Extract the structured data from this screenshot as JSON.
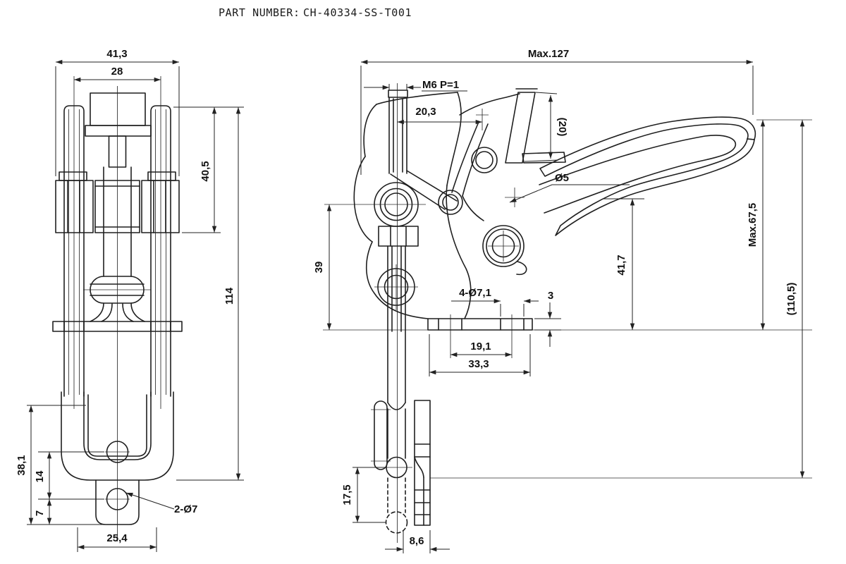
{
  "header": {
    "part_number_label": "PART NUMBER:",
    "part_number": "CH-40334-SS-T001"
  },
  "front_view": {
    "overall_width": "41,3",
    "rod_spacing": "28",
    "spindle_height": "40,5",
    "overall_height": "114",
    "latch_bracket_height": "38,1",
    "hole_spacing": "14",
    "hole_edge_offset": "7",
    "plate_width": "25,4",
    "mount_holes": "2-Ø7"
  },
  "side_view": {
    "max_length": "Max.127",
    "thread_spec": "M6 P=1",
    "pivot_offset": "20,3",
    "pad_length": "(20)",
    "pin_hole": "Ø5",
    "max_handle_height": "Max.67,5",
    "overall_height_ref": "(110,5)",
    "handle_clearance": "41,7",
    "pivot_height": "39",
    "base_mount_holes": "4-Ø7,1",
    "base_thickness": "3",
    "base_hole_pitch": "19,1",
    "base_length": "33,3",
    "hook_travel": "17,5",
    "hook_width": "8,6"
  },
  "colors": {
    "line": "#1f1f1f",
    "dimension": "#222222",
    "background": "#ffffff"
  }
}
